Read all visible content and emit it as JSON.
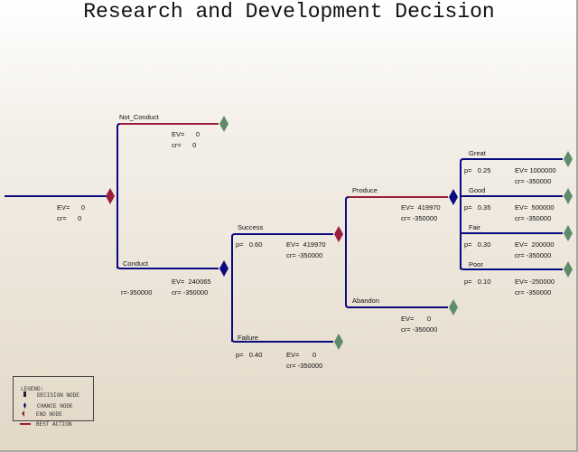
{
  "title": "Research and Development Decision",
  "colors": {
    "decision": "#9b1e3c",
    "chance": "#0a0a80",
    "end": "#5e8c6a",
    "best": "#9b1e3c",
    "normal": "#0a0a80"
  },
  "root": {
    "ev": "EV=      0",
    "cr": "cr=      0"
  },
  "not_conduct": {
    "label": "Not_Conduct",
    "ev": "EV=      0",
    "cr": "cr=      0"
  },
  "conduct": {
    "label": "Conduct",
    "ev": "EV=  240065",
    "r": "r=-350000",
    "cr": "cr= -350000"
  },
  "success": {
    "label": "Success",
    "p": "p=   0.60",
    "ev": "EV=  419970",
    "cr": "cr= -350000"
  },
  "failure": {
    "label": "Failure",
    "p": "p=   0.40",
    "ev": "EV=       0",
    "cr": "cr= -350000"
  },
  "produce": {
    "label": "Produce",
    "ev": "EV=  419970",
    "cr": "cr= -350000"
  },
  "abandon": {
    "label": "Abandon",
    "ev": "EV=       0",
    "cr": "cr= -350000"
  },
  "great": {
    "label": "Great",
    "p": "p=   0.25",
    "ev": "EV= 1000000",
    "cr": "cr= -350000"
  },
  "good": {
    "label": "Good",
    "p": "p=   0.35",
    "ev": "EV=  500000",
    "cr": "cr= -350000"
  },
  "fair": {
    "label": "Fair",
    "p": "p=   0.30",
    "ev": "EV=  200000",
    "cr": "cr= -350000"
  },
  "poor": {
    "label": "Poor",
    "p": "p=   0.10",
    "ev": "EV= -250000",
    "cr": "cr= -350000"
  },
  "legend": {
    "title": "LEGEND:",
    "decision": "DECISION NODE",
    "chance": "CHANCE NODE",
    "end": "END NODE",
    "best": "BEST ACTION"
  }
}
